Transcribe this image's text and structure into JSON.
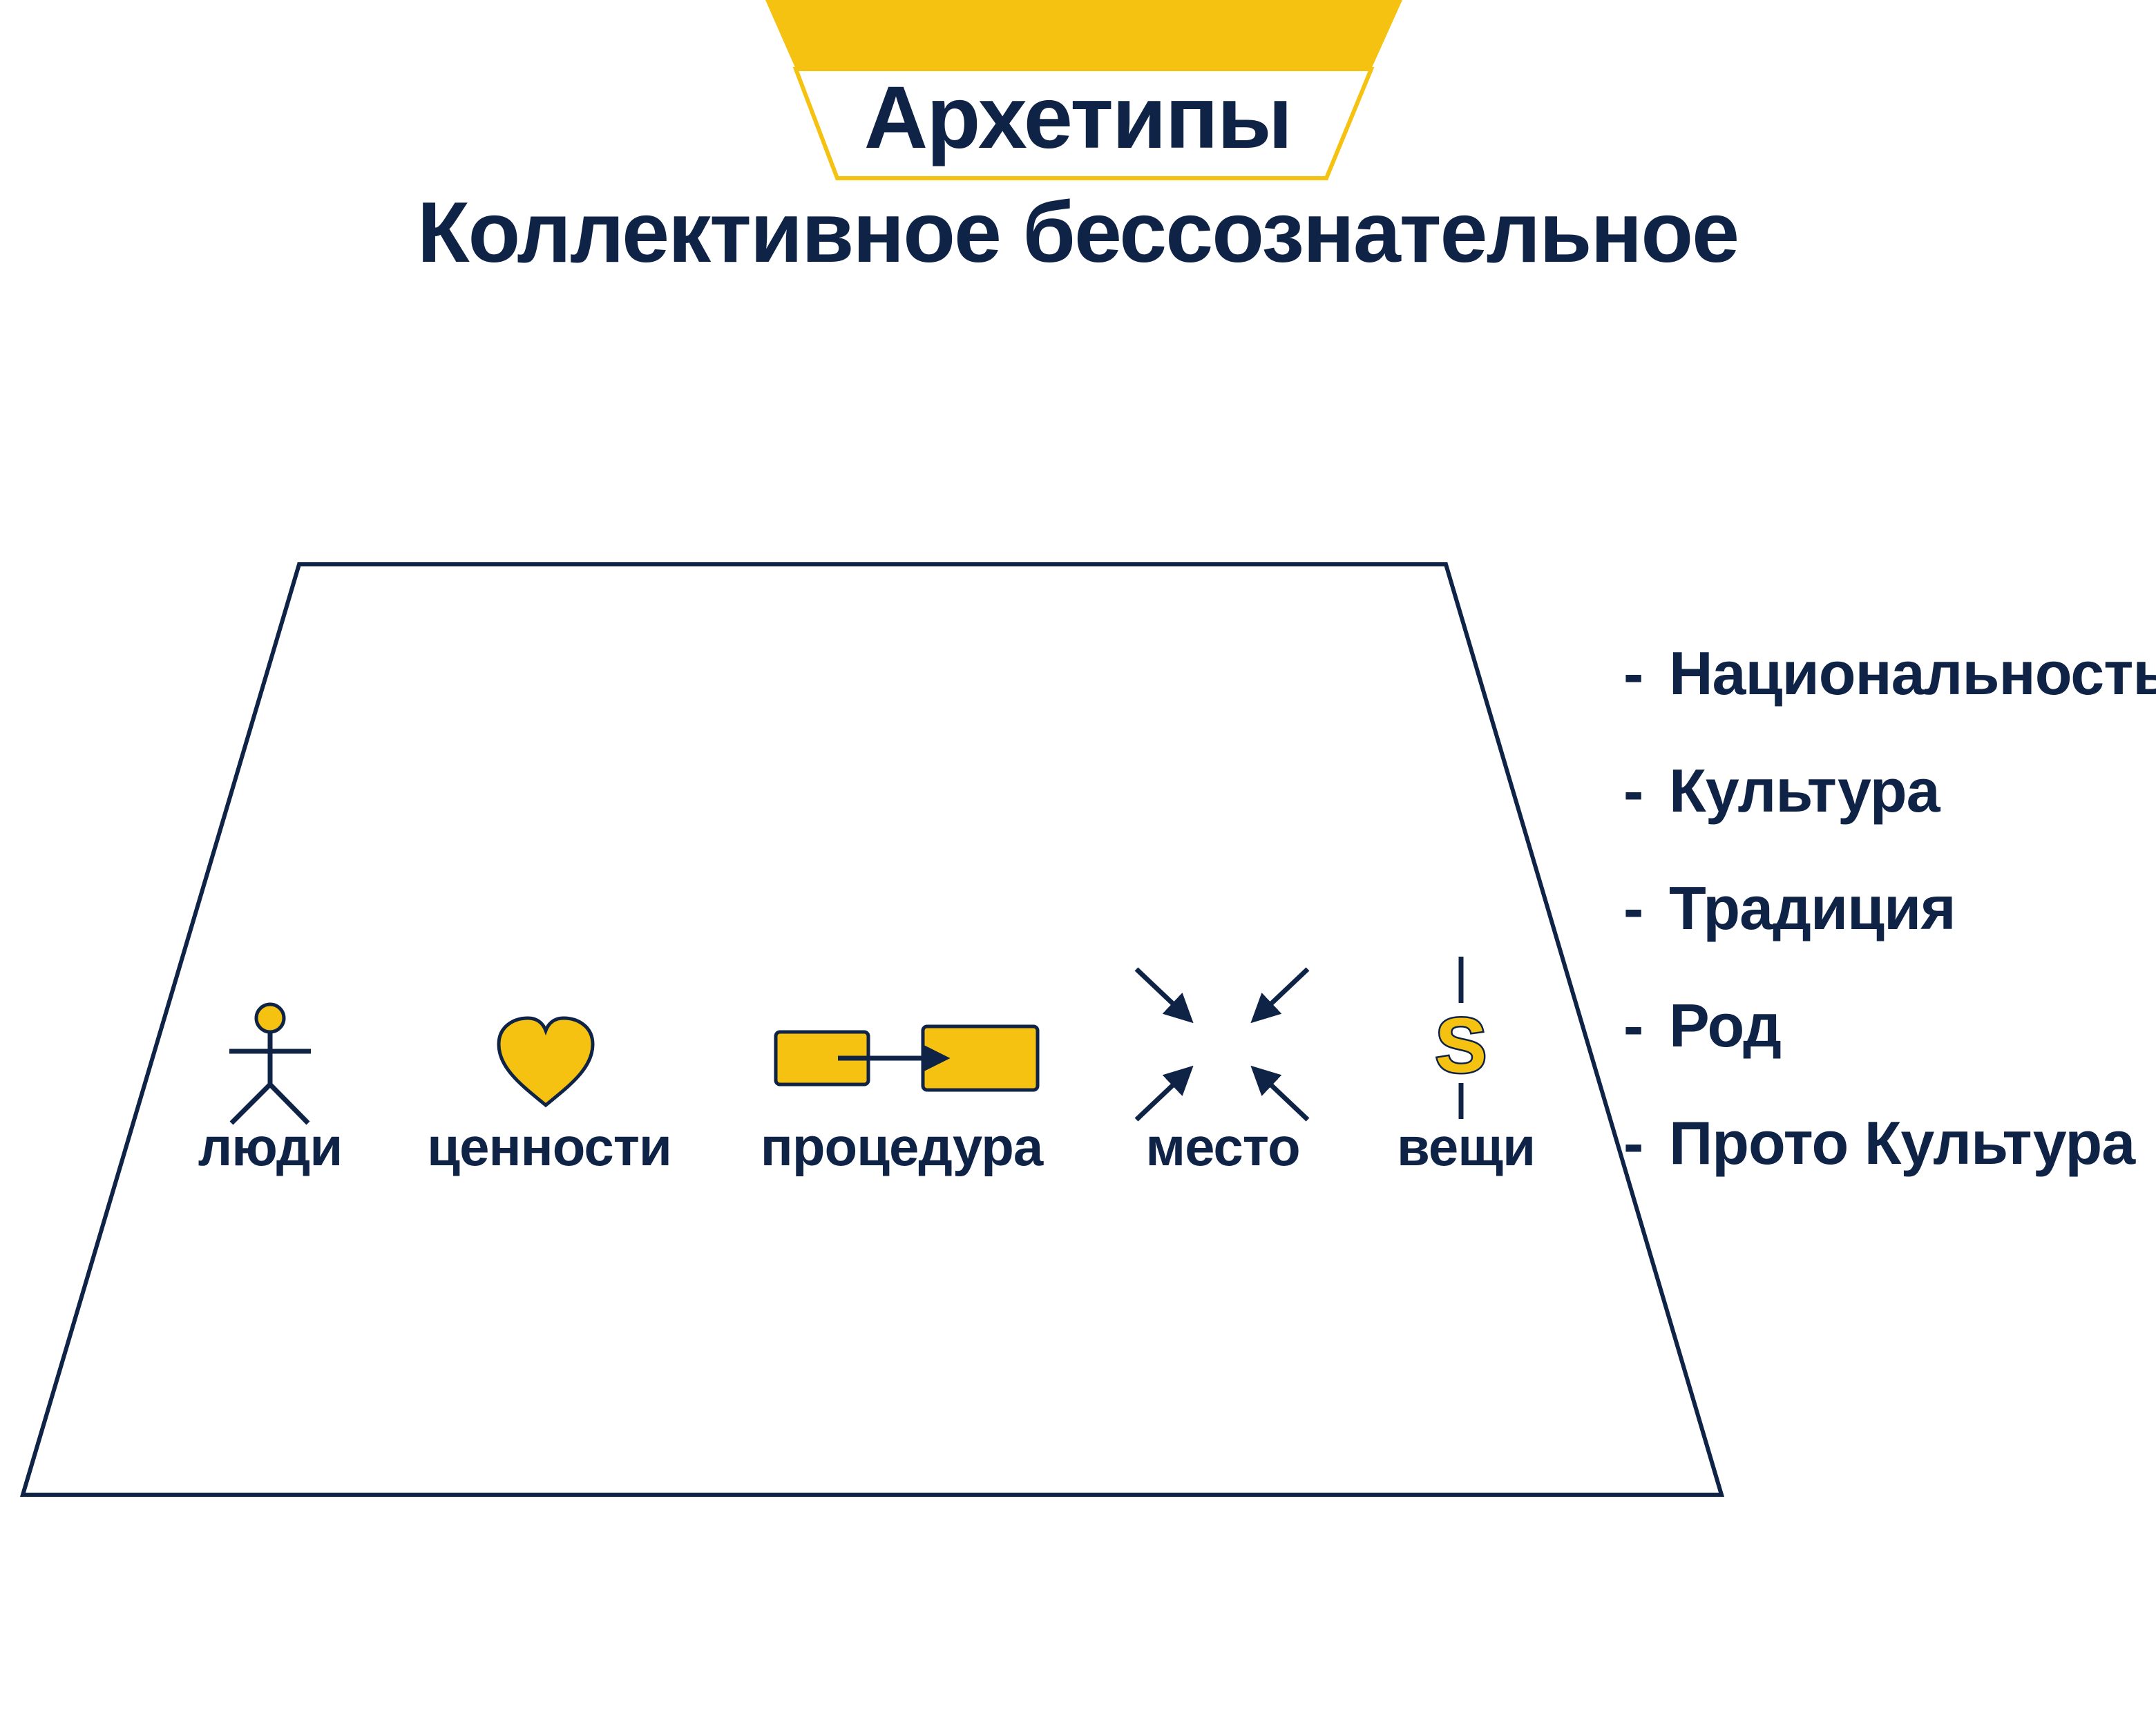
{
  "title": "Архетипы",
  "subtitle": "Коллективное бессознательное",
  "colors": {
    "accent": "#f5c211",
    "ink": "#0f2347"
  },
  "categories": [
    {
      "label": "люди",
      "icon": "person-icon"
    },
    {
      "label": "ценности",
      "icon": "heart-icon"
    },
    {
      "label": "процедура",
      "icon": "procedure-flow-icon"
    },
    {
      "label": "место",
      "icon": "converging-arrows-icon"
    },
    {
      "label": "вещи",
      "icon": "dollar-icon"
    }
  ],
  "levels": [
    {
      "dash": "-",
      "text": "Национальность"
    },
    {
      "dash": "-",
      "text": "Культура"
    },
    {
      "dash": "-",
      "text": "Традиция"
    },
    {
      "dash": "-",
      "text": "Род"
    },
    {
      "dash": "-",
      "text": "Прото Культура"
    }
  ]
}
